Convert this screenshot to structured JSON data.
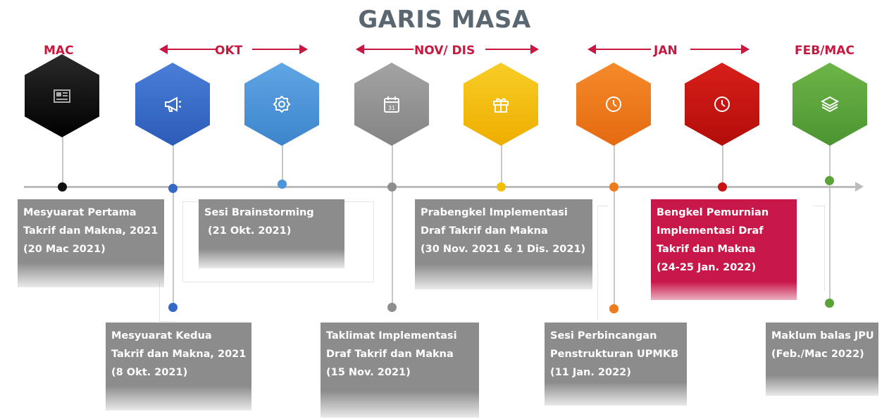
{
  "title": "GARIS MASA",
  "months": {
    "mac": "MAC",
    "okt": "OKT",
    "nov_dis": "NOV/ DIS",
    "jan": "JAN",
    "feb_mac": "FEB/MAC"
  },
  "colors": {
    "accent": "#c8183f",
    "black": "#111111",
    "dark_blue": "#3567c4",
    "light_blue": "#4c95da",
    "grey": "#8e8e8e",
    "yellow": "#f2be0d",
    "orange": "#ef7a1a",
    "red": "#c8120f",
    "green": "#5aa338",
    "box_grey": "#8c8c8c",
    "box_red": "#c8184a"
  },
  "icons": [
    "newspaper-icon",
    "megaphone-icon",
    "gear-icon",
    "calendar-icon",
    "gift-icon",
    "clock-icon",
    "clock-icon",
    "layers-icon"
  ],
  "calendar_day": "31",
  "events": {
    "e1": [
      "Mesyuarat Pertama",
      "Takrif dan Makna, 2021",
      "(20 Mac 2021)"
    ],
    "e2": [
      "Mesyuarat Kedua",
      "Takrif dan Makna, 2021",
      "(8 Okt. 2021)"
    ],
    "e3": [
      "Sesi Brainstorming",
      " (21 Okt. 2021)"
    ],
    "e4": [
      "Taklimat Implementasi",
      "Draf Takrif dan Makna",
      "(15 Nov. 2021)"
    ],
    "e5": [
      "Prabengkel Implementasi",
      "Draf Takrif dan Makna",
      "(30 Nov. 2021 & 1 Dis. 2021)"
    ],
    "e6": [
      "Sesi Perbincangan",
      "Penstrukturan UPMKB",
      "(11 Jan. 2022)"
    ],
    "e7": [
      "Bengkel Pemurnian",
      "Implementasi Draf",
      "Takrif dan Makna",
      "(24-25 Jan. 2022)"
    ],
    "e8": [
      "Maklum balas JPU",
      "(Feb./Mac 2022)"
    ]
  }
}
